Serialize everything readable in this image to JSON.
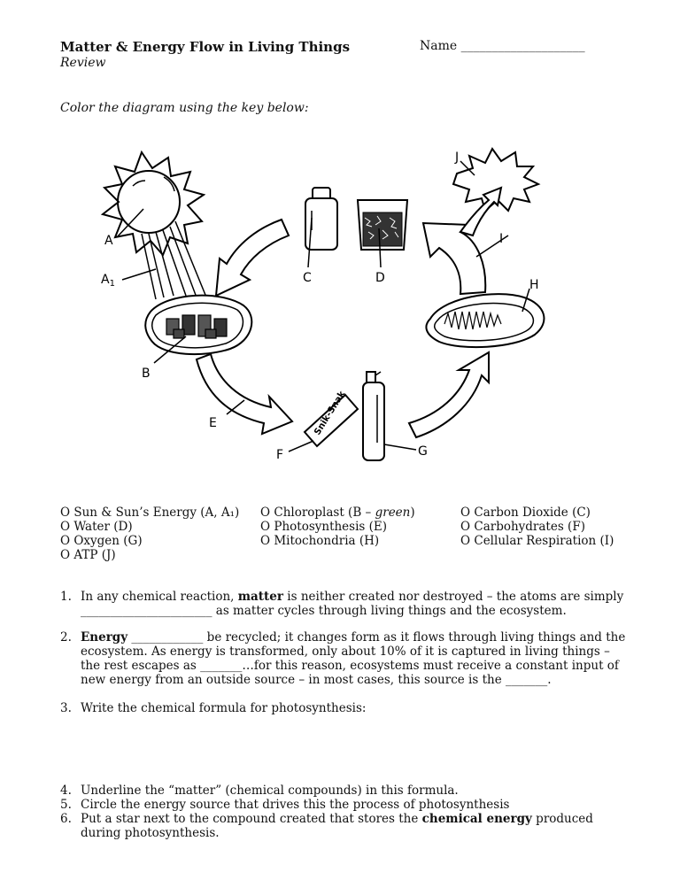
{
  "header": {
    "title": "Matter & Energy Flow in Living Things",
    "subtitle": "Review",
    "name_label": "Name ____________________"
  },
  "instructions": "Color the diagram using the key below:",
  "diagram": {
    "labels": {
      "A": "A",
      "A1_main": "A",
      "A1_sub": "1",
      "B": "B",
      "C": "C",
      "D": "D",
      "E": "E",
      "F": "F",
      "G": "G",
      "H": "H",
      "I": "I",
      "J": "J"
    },
    "bar_text": "Snik-Snak"
  },
  "key": {
    "col1": [
      "O  Sun & Sun’s Energy (A, A₁)",
      "O  Water (D)",
      "O  Oxygen (G)",
      "O  ATP (J)"
    ],
    "col2_pre": "O  Chloroplast (B – ",
    "col2_italic": "green",
    "col2_post": ")",
    "col2": [
      "O  Photosynthesis (E)",
      "O  Mitochondria  (H)"
    ],
    "col3": [
      "O  Carbon Dioxide (C)",
      "O  Carbohydrates (F)",
      "O  Cellular Respiration (I)"
    ]
  },
  "questions": {
    "q1": {
      "num": "1.",
      "a": "In any chemical reaction, ",
      "b": "matter",
      "c": " is neither created nor destroyed – the atoms are simply",
      "line2": "______________________ as matter cycles through living things and the ecosystem."
    },
    "q2": {
      "num": "2.",
      "b": "Energy",
      "c": " ____________ be recycled; it changes form as it flows through living things and the ecosystem.  As energy is transformed, only about 10% of it is captured in living things – the rest escapes as _______…for this reason, ecosystems must receive a constant input of new energy from an outside source – in most cases, this source is the _______."
    },
    "q3": {
      "num": "3.",
      "text": "Write the chemical formula for photosynthesis:"
    },
    "q4": {
      "num": "4.",
      "text": " Underline the “matter” (chemical compounds) in this formula."
    },
    "q5": {
      "num": "5.",
      "text": "Circle the energy source that drives this the process of photosynthesis"
    },
    "q6": {
      "num": "6.",
      "a": "Put a star next to the compound created that stores the ",
      "b": "chemical energy",
      "c": " produced during photosynthesis."
    }
  }
}
